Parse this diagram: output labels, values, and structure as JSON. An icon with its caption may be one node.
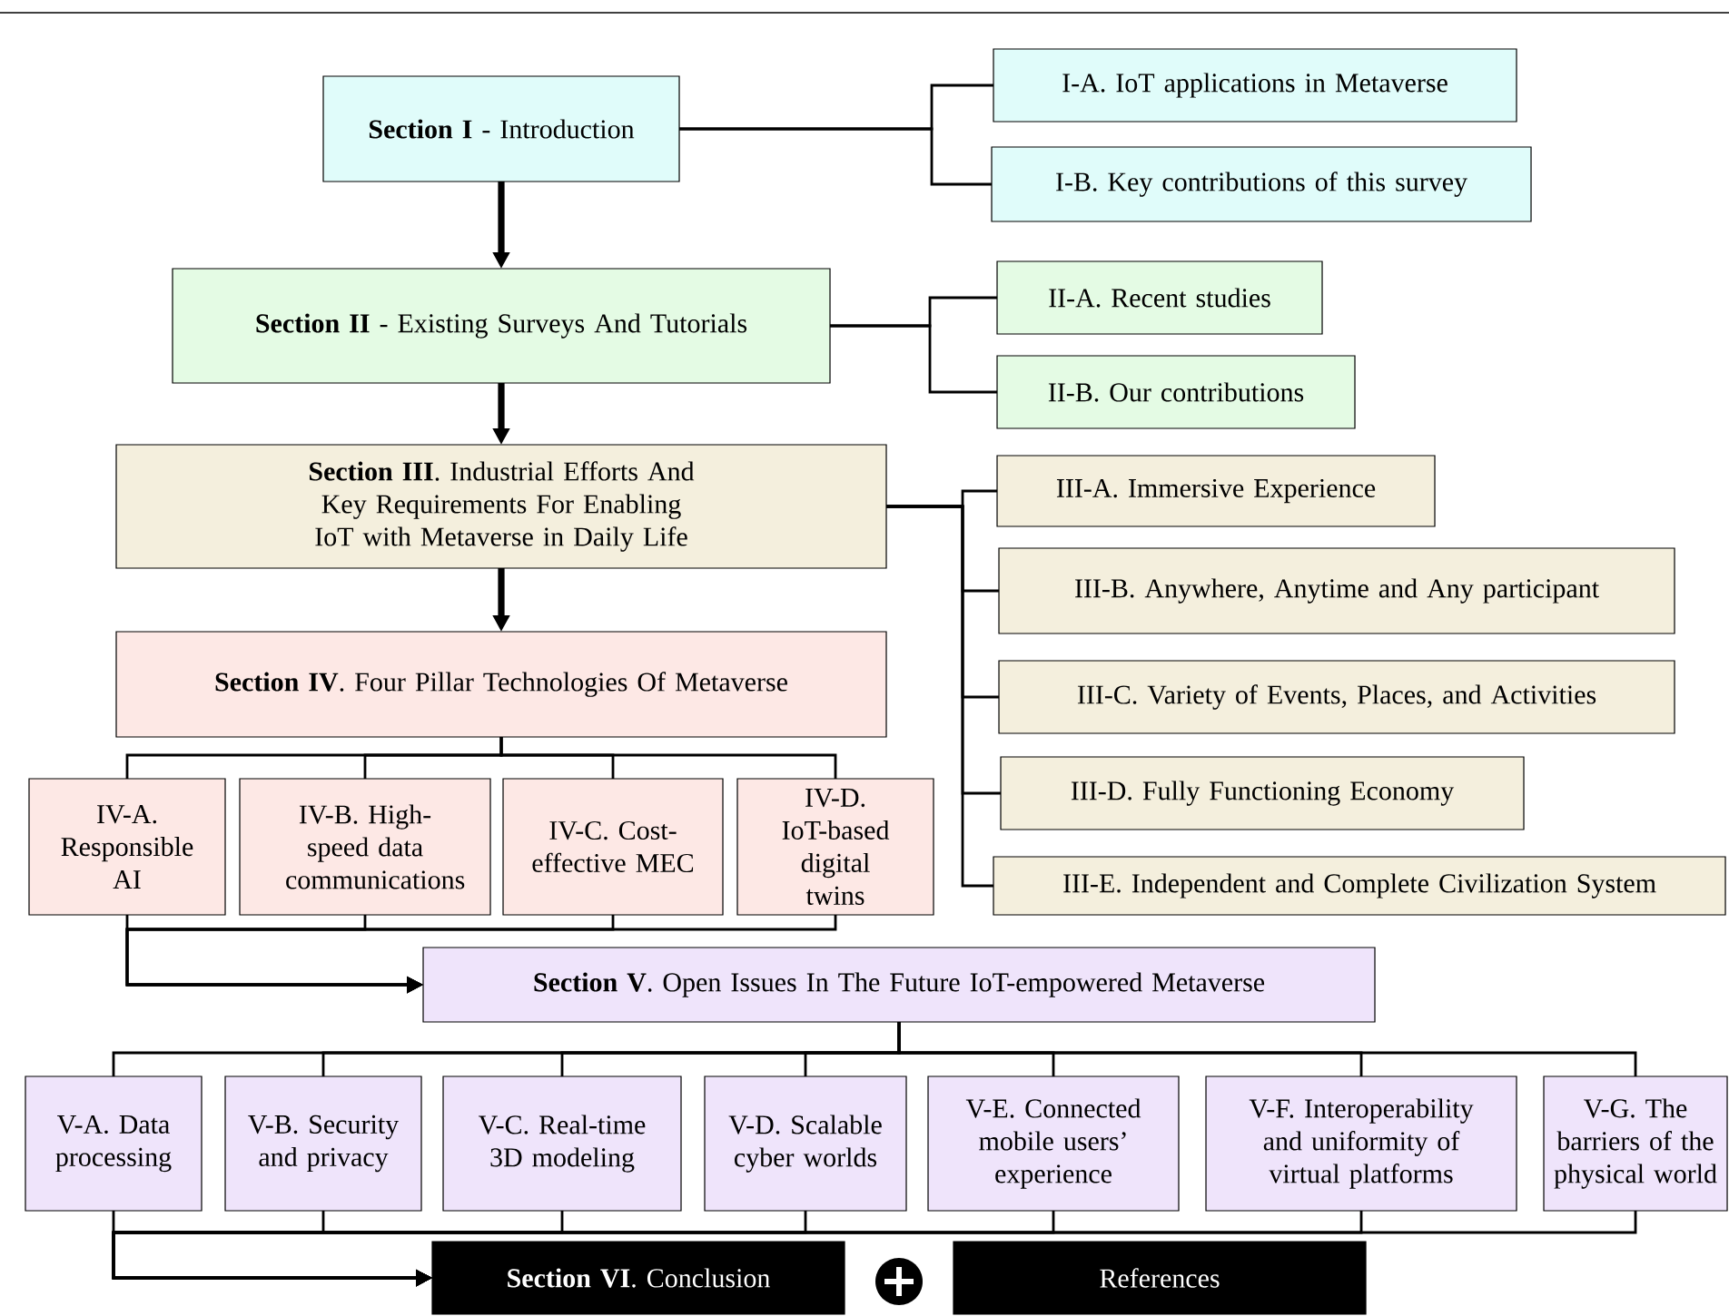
{
  "diagram": {
    "nodes": [
      {
        "text": [
          "**Section I** - Introduction"
        ]
      },
      {
        "text": [
          "I-A. IoT applications in Metaverse"
        ]
      },
      {
        "text": [
          "I-B. Key contributions of this survey"
        ]
      },
      {
        "text": [
          "**Section II** - Existing Surveys And Tutorials"
        ]
      },
      {
        "text": [
          "II-A. Recent studies"
        ]
      },
      {
        "text": [
          "II-B. Our contributions"
        ]
      },
      {
        "text": [
          "**Section III**. Industrial Efforts And Key Requirements For Enabling IoT with Metaverse in Daily Life"
        ]
      },
      {
        "text": [
          "III-A. Immersive Experience"
        ]
      },
      {
        "text": [
          "III-B. Anywhere, Anytime and Any participant"
        ]
      },
      {
        "text": [
          "III-C. Variety of Events, Places, and Activities"
        ]
      },
      {
        "text": [
          "III-D. Fully Functioning Economy"
        ]
      },
      {
        "text": [
          "III-E. Independent and Complete Civilization System"
        ]
      },
      {
        "text": [
          "**Section IV**. Four Pillar Technologies Of Metaverse"
        ]
      },
      {
        "text": [
          "IV-A. Responsible AI"
        ]
      },
      {
        "text": [
          "IV-B. High-speed data communications"
        ]
      },
      {
        "text": [
          "IV-C. Cost-effective MEC"
        ]
      },
      {
        "text": [
          "IV-D. IoT-based digital twins"
        ]
      },
      {
        "text": [
          "**Section V**. Open Issues In The Future IoT-empowered Metaverse"
        ]
      },
      {
        "text": [
          "V-A. Data processing"
        ]
      },
      {
        "text": [
          "V-B. Security and privacy"
        ]
      },
      {
        "text": [
          "V-C. Real-time 3D modeling"
        ]
      },
      {
        "text": [
          "V-D. Scalable cyber worlds"
        ]
      },
      {
        "text": [
          "V-E. Connected mobile users’ experience"
        ]
      },
      {
        "text": [
          "V-F. Interoperability and uniformity of virtual platforms"
        ]
      },
      {
        "text": [
          "V-G. The barriers of the physical world"
        ]
      },
      {
        "text": [
          "**Section VI**. Conclusion"
        ]
      },
      {
        "text": [
          "References"
        ]
      }
    ],
    "edges": [
      {
        "from": 0,
        "to": 1,
        "arrow": "none"
      },
      {
        "from": 0,
        "to": 2,
        "arrow": "none"
      },
      {
        "from": 0,
        "to": 3,
        "arrow": "to",
        "style": "thick"
      },
      {
        "from": 3,
        "to": 4,
        "arrow": "none"
      },
      {
        "from": 3,
        "to": 5,
        "arrow": "none"
      },
      {
        "from": 3,
        "to": 6,
        "arrow": "to",
        "style": "thick"
      },
      {
        "from": 6,
        "to": 7,
        "arrow": "none"
      },
      {
        "from": 6,
        "to": 8,
        "arrow": "none"
      },
      {
        "from": 6,
        "to": 9,
        "arrow": "none"
      },
      {
        "from": 6,
        "to": 10,
        "arrow": "none"
      },
      {
        "from": 6,
        "to": 11,
        "arrow": "none"
      },
      {
        "from": 6,
        "to": 12,
        "arrow": "to",
        "style": "thick"
      },
      {
        "from": 12,
        "to": 13,
        "arrow": "none"
      },
      {
        "from": 12,
        "to": 14,
        "arrow": "none"
      },
      {
        "from": 12,
        "to": 15,
        "arrow": "none"
      },
      {
        "from": 12,
        "to": 16,
        "arrow": "none"
      },
      {
        "from": 13,
        "to": 17,
        "arrow": "to"
      },
      {
        "from": 14,
        "to": 17,
        "arrow": "to"
      },
      {
        "from": 15,
        "to": 17,
        "arrow": "to"
      },
      {
        "from": 16,
        "to": 17,
        "arrow": "to"
      },
      {
        "from": 17,
        "to": 18,
        "arrow": "none"
      },
      {
        "from": 17,
        "to": 19,
        "arrow": "none"
      },
      {
        "from": 17,
        "to": 20,
        "arrow": "none"
      },
      {
        "from": 17,
        "to": 21,
        "arrow": "none"
      },
      {
        "from": 17,
        "to": 22,
        "arrow": "none"
      },
      {
        "from": 17,
        "to": 23,
        "arrow": "none"
      },
      {
        "from": 17,
        "to": 24,
        "arrow": "none"
      },
      {
        "from": 18,
        "to": 25,
        "arrow": "to"
      },
      {
        "from": 19,
        "to": 25,
        "arrow": "to"
      },
      {
        "from": 20,
        "to": 25,
        "arrow": "to"
      },
      {
        "from": 21,
        "to": 25,
        "arrow": "to"
      },
      {
        "from": 22,
        "to": 25,
        "arrow": "to"
      },
      {
        "from": 23,
        "to": 25,
        "arrow": "to"
      },
      {
        "from": 24,
        "to": 25,
        "arrow": "to"
      }
    ]
  }
}
